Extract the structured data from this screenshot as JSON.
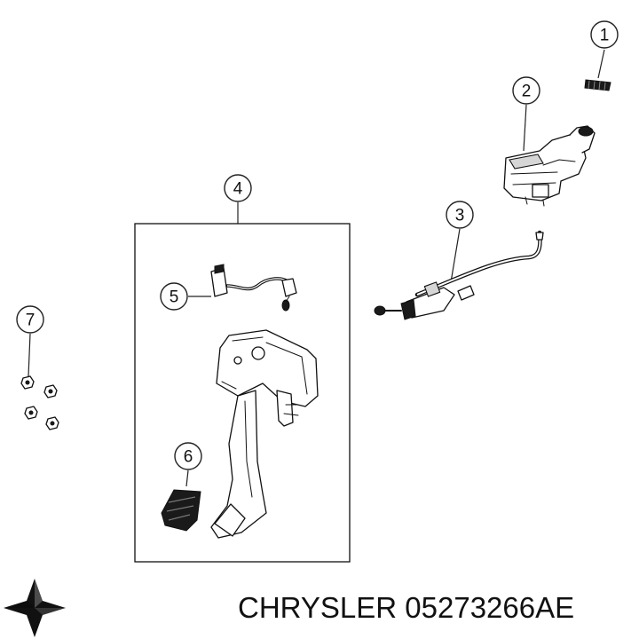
{
  "callouts": [
    {
      "number": "1",
      "part": "cap"
    },
    {
      "number": "2",
      "part": "reservoir"
    },
    {
      "number": "3",
      "part": "master-cylinder-line"
    },
    {
      "number": "4",
      "part": "pedal-assembly"
    },
    {
      "number": "5",
      "part": "switch-harness"
    },
    {
      "number": "6",
      "part": "pedal-pad"
    },
    {
      "number": "7",
      "part": "nuts"
    }
  ],
  "caption": {
    "brand": "CHRYSLER",
    "part_number": "05273266AE"
  },
  "logo": {
    "icon": "pentastar-logo-icon",
    "color": "#111111"
  }
}
